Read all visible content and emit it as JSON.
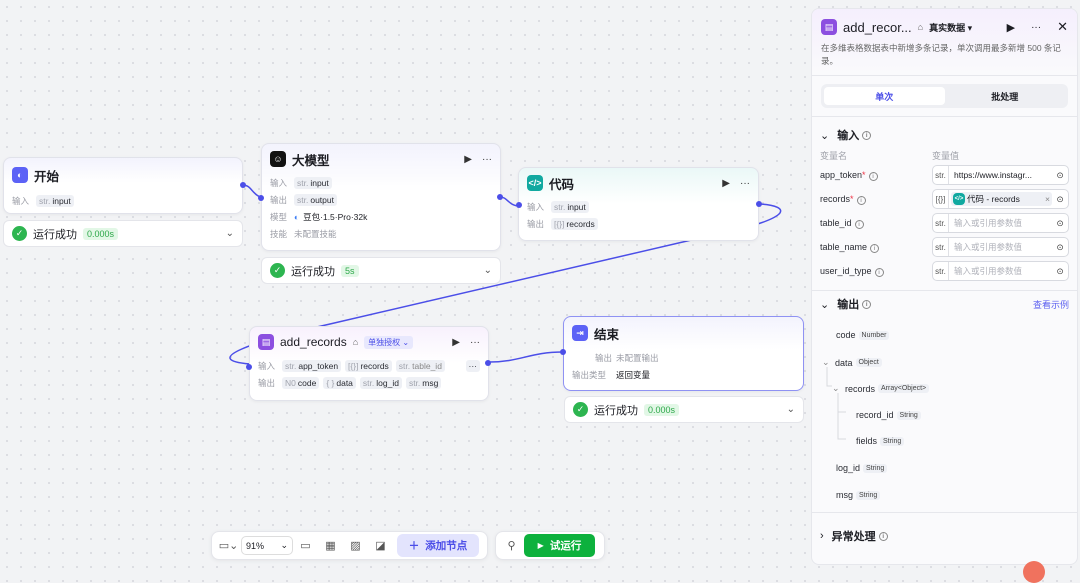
{
  "nodes": {
    "start": {
      "title": "开始",
      "input_label": "输入",
      "input": "input",
      "status": "运行成功",
      "time": "0.000s"
    },
    "llm": {
      "title": "大模型",
      "input_label": "输入",
      "input": "input",
      "output_label": "输出",
      "output": "output",
      "model_label": "模型",
      "model": "豆包·1.5·Pro·32k",
      "skill_label": "技能",
      "skill": "未配置技能",
      "status": "运行成功",
      "time": "5s"
    },
    "code": {
      "title": "代码",
      "input_label": "输入",
      "input": "input",
      "output_label": "输出",
      "output": "records"
    },
    "add_records": {
      "title": "add_records",
      "auth": "单独授权",
      "input_label": "输入",
      "inputs": [
        "app_token",
        "records",
        "table_id"
      ],
      "output_label": "输出",
      "outputs": [
        "code",
        "data",
        "log_id",
        "msg"
      ]
    },
    "end": {
      "title": "结束",
      "output_label": "输出",
      "output": "未配置输出",
      "type_label": "输出类型",
      "type": "返回变量",
      "status": "运行成功",
      "time": "0.000s"
    }
  },
  "type_prefix": {
    "str": "str.",
    "arr": "[{}]",
    "num": "N0",
    "obj": "{ }"
  },
  "panel": {
    "title": "add_recor...",
    "data_mode": "真实数据",
    "description": "在多维表格数据表中新增多条记录，单次调用最多新增 500 条记录。",
    "tabs": [
      "单次",
      "批处理"
    ],
    "input_section": "输入",
    "col_name": "变量名",
    "col_value": "变量值",
    "fields": [
      {
        "name": "app_token",
        "required": true,
        "type": "str.",
        "value": "https://www.instagr..."
      },
      {
        "name": "records",
        "required": true,
        "type": "[{}]",
        "value": "代码 - records"
      },
      {
        "name": "table_id",
        "required": false,
        "type": "str.",
        "placeholder": "输入或引用参数值"
      },
      {
        "name": "table_name",
        "required": false,
        "type": "str.",
        "placeholder": "输入或引用参数值"
      },
      {
        "name": "user_id_type",
        "required": false,
        "type": "str.",
        "placeholder": "输入或引用参数值"
      }
    ],
    "output_section": "输出",
    "view_example": "查看示例",
    "outputs": [
      {
        "name": "code",
        "type": "Number"
      },
      {
        "name": "data",
        "type": "Object"
      },
      {
        "name": "records",
        "type": "Array<Object>"
      },
      {
        "name": "record_id",
        "type": "String"
      },
      {
        "name": "fields",
        "type": "String"
      },
      {
        "name": "log_id",
        "type": "String"
      },
      {
        "name": "msg",
        "type": "String"
      }
    ],
    "exception_section": "异常处理"
  },
  "toolbar": {
    "zoom": "91%",
    "add_node": "添加节点",
    "test_run": "试运行"
  },
  "colors": {
    "accent": "#4b4ee8",
    "success": "#2db550",
    "run": "#0db13d"
  }
}
